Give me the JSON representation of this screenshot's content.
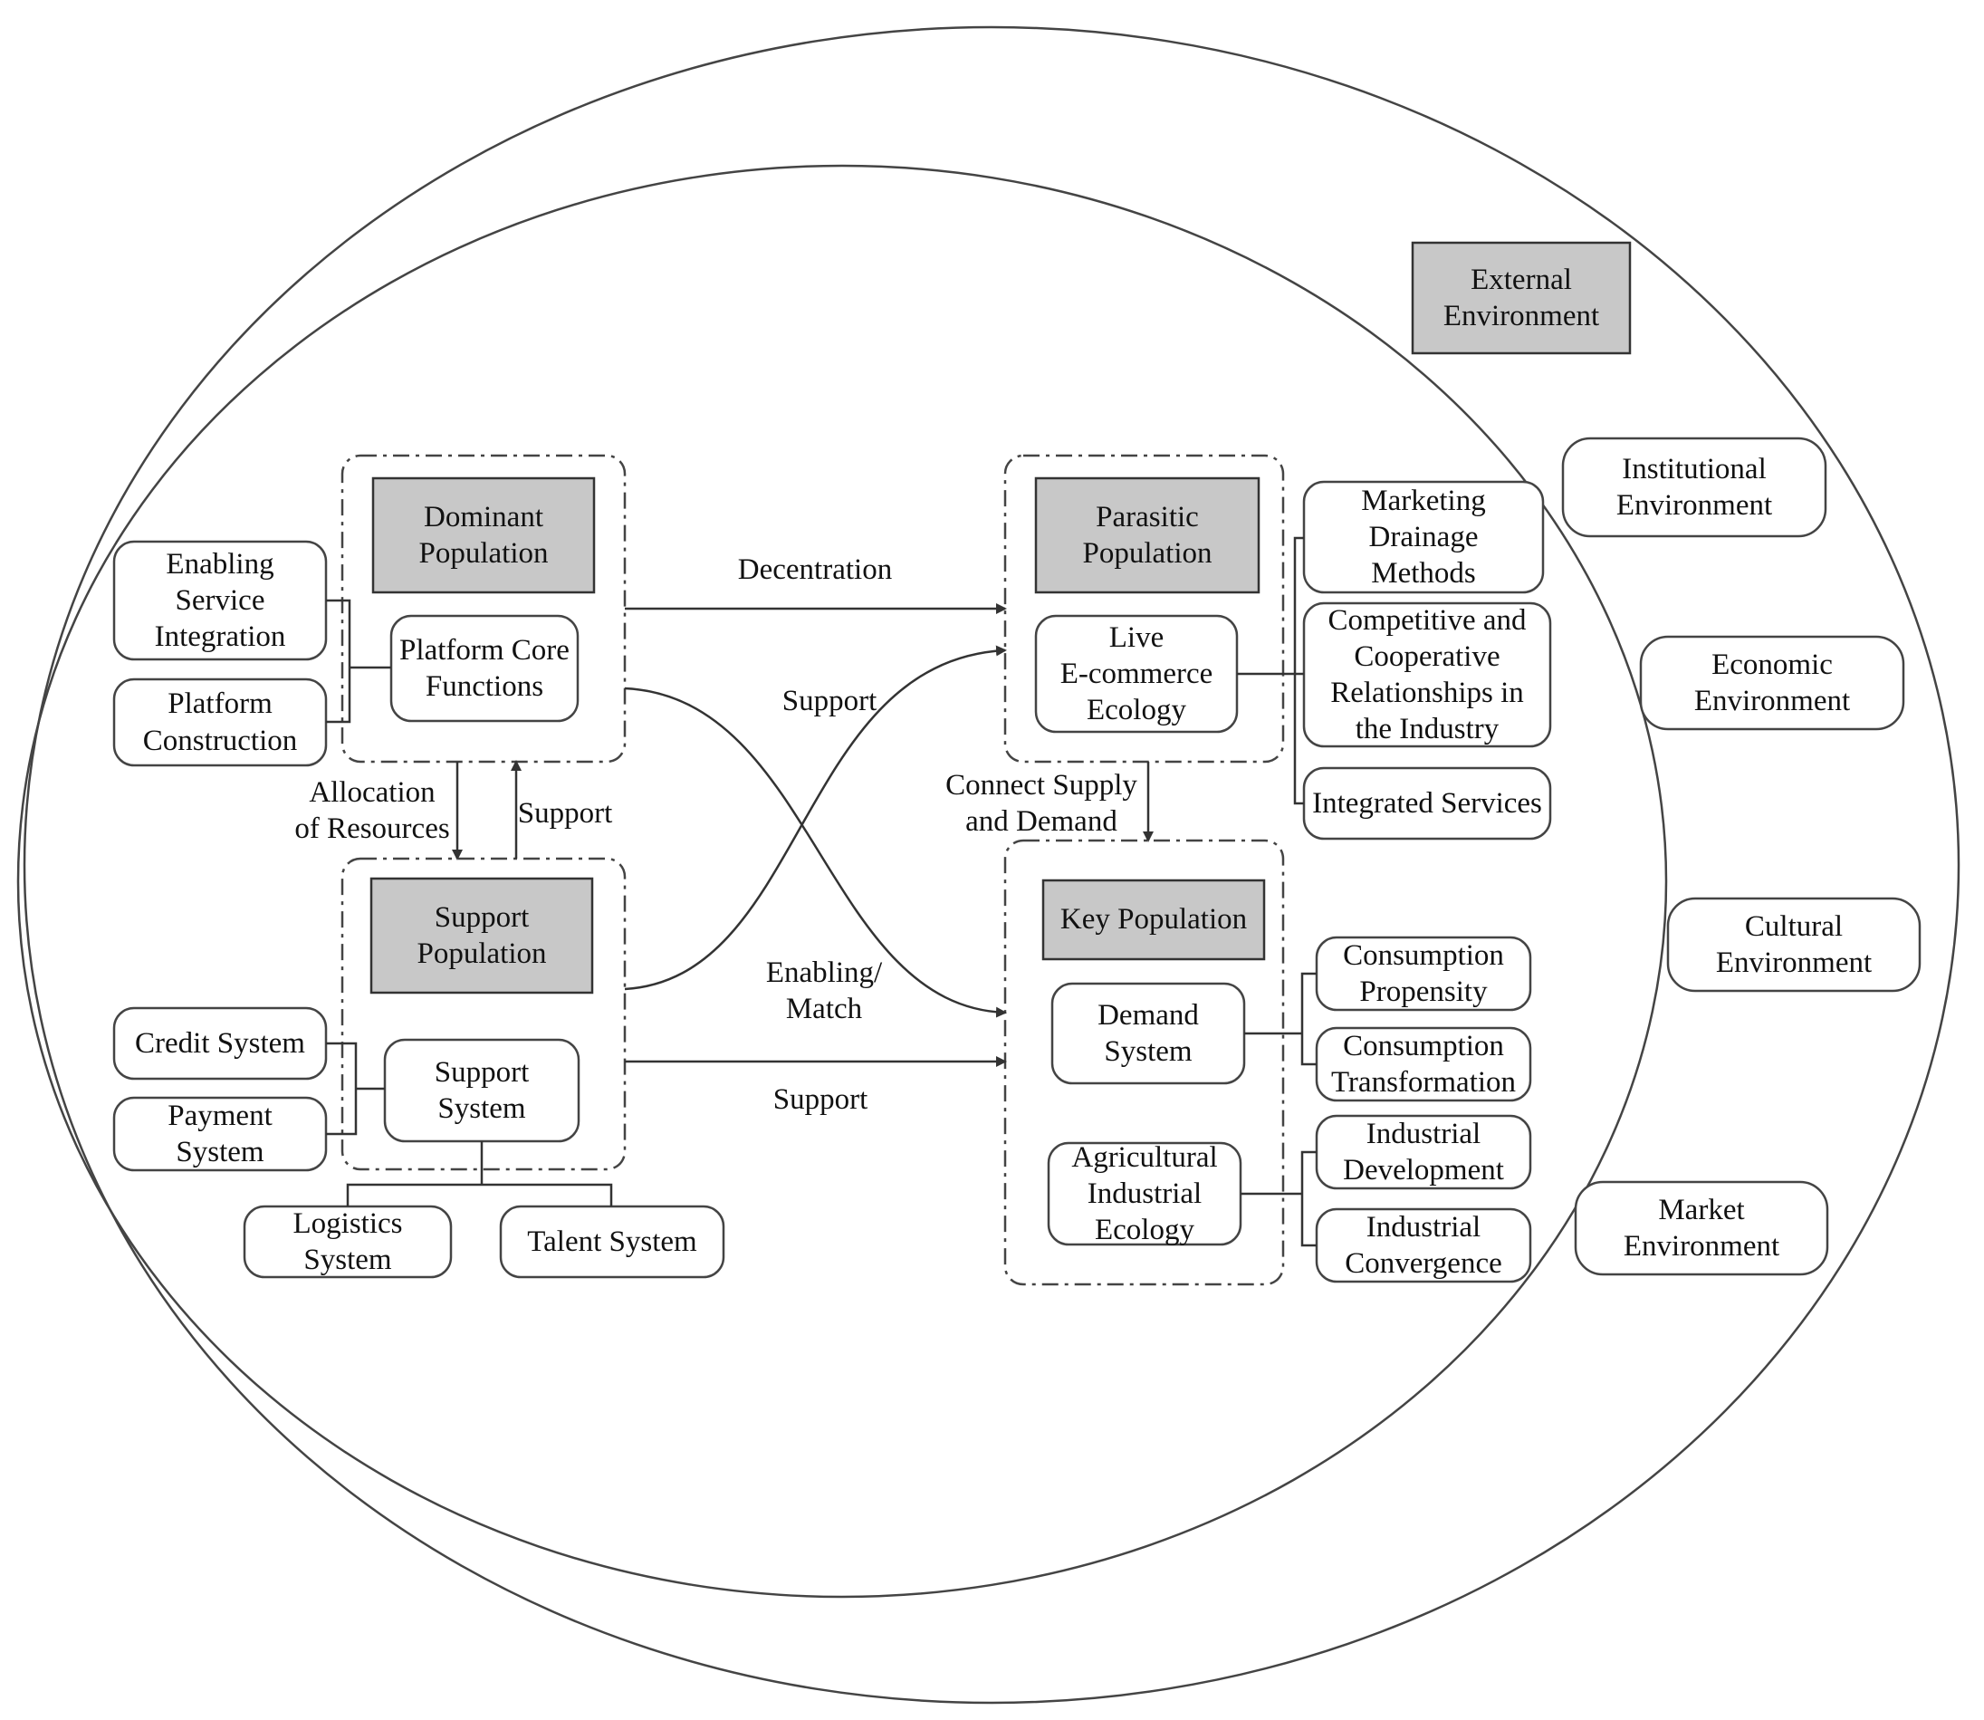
{
  "nodes": {
    "external_environment": "External\nEnvironment",
    "dominant_population": "Dominant\nPopulation",
    "platform_core_functions": "Platform Core\nFunctions",
    "enabling_service_integration": "Enabling\nService\nIntegration",
    "platform_construction": "Platform\nConstruction",
    "support_population": "Support\nPopulation",
    "support_system": "Support\nSystem",
    "credit_system": "Credit System",
    "payment_system": "Payment\nSystem",
    "logistics_system": "Logistics\nSystem",
    "talent_system": "Talent System",
    "parasitic_population": "Parasitic\nPopulation",
    "live_ecommerce_ecology": "Live\nE-commerce\nEcology",
    "marketing_drainage_methods": "Marketing\nDrainage\nMethods",
    "competitive_cooperative": "Competitive and\nCooperative\nRelationships in\nthe Industry",
    "integrated_services": "Integrated Services",
    "key_population": "Key Population",
    "demand_system": "Demand\nSystem",
    "agricultural_industrial_ecology": "Agricultural\nIndustrial\nEcology",
    "consumption_propensity": "Consumption\nPropensity",
    "consumption_transformation": "Consumption\nTransformation",
    "industrial_development": "Industrial\nDevelopment",
    "industrial_convergence": "Industrial\nConvergence",
    "institutional_environment": "Institutional\nEnvironment",
    "economic_environment": "Economic\nEnvironment",
    "cultural_environment": "Cultural\nEnvironment",
    "market_environment": "Market\nEnvironment"
  },
  "edges": {
    "decentration": "Decentration",
    "support_top": "Support",
    "connect_supply_demand": "Connect Supply\nand Demand",
    "allocation_of_resources": "Allocation\nof Resources",
    "support_vertical": "Support",
    "enabling_match": "Enabling/\nMatch",
    "support_bottom": "Support"
  },
  "colors": {
    "population_fill": "#c8c8c8",
    "stroke": "#333333",
    "background": "#ffffff"
  }
}
